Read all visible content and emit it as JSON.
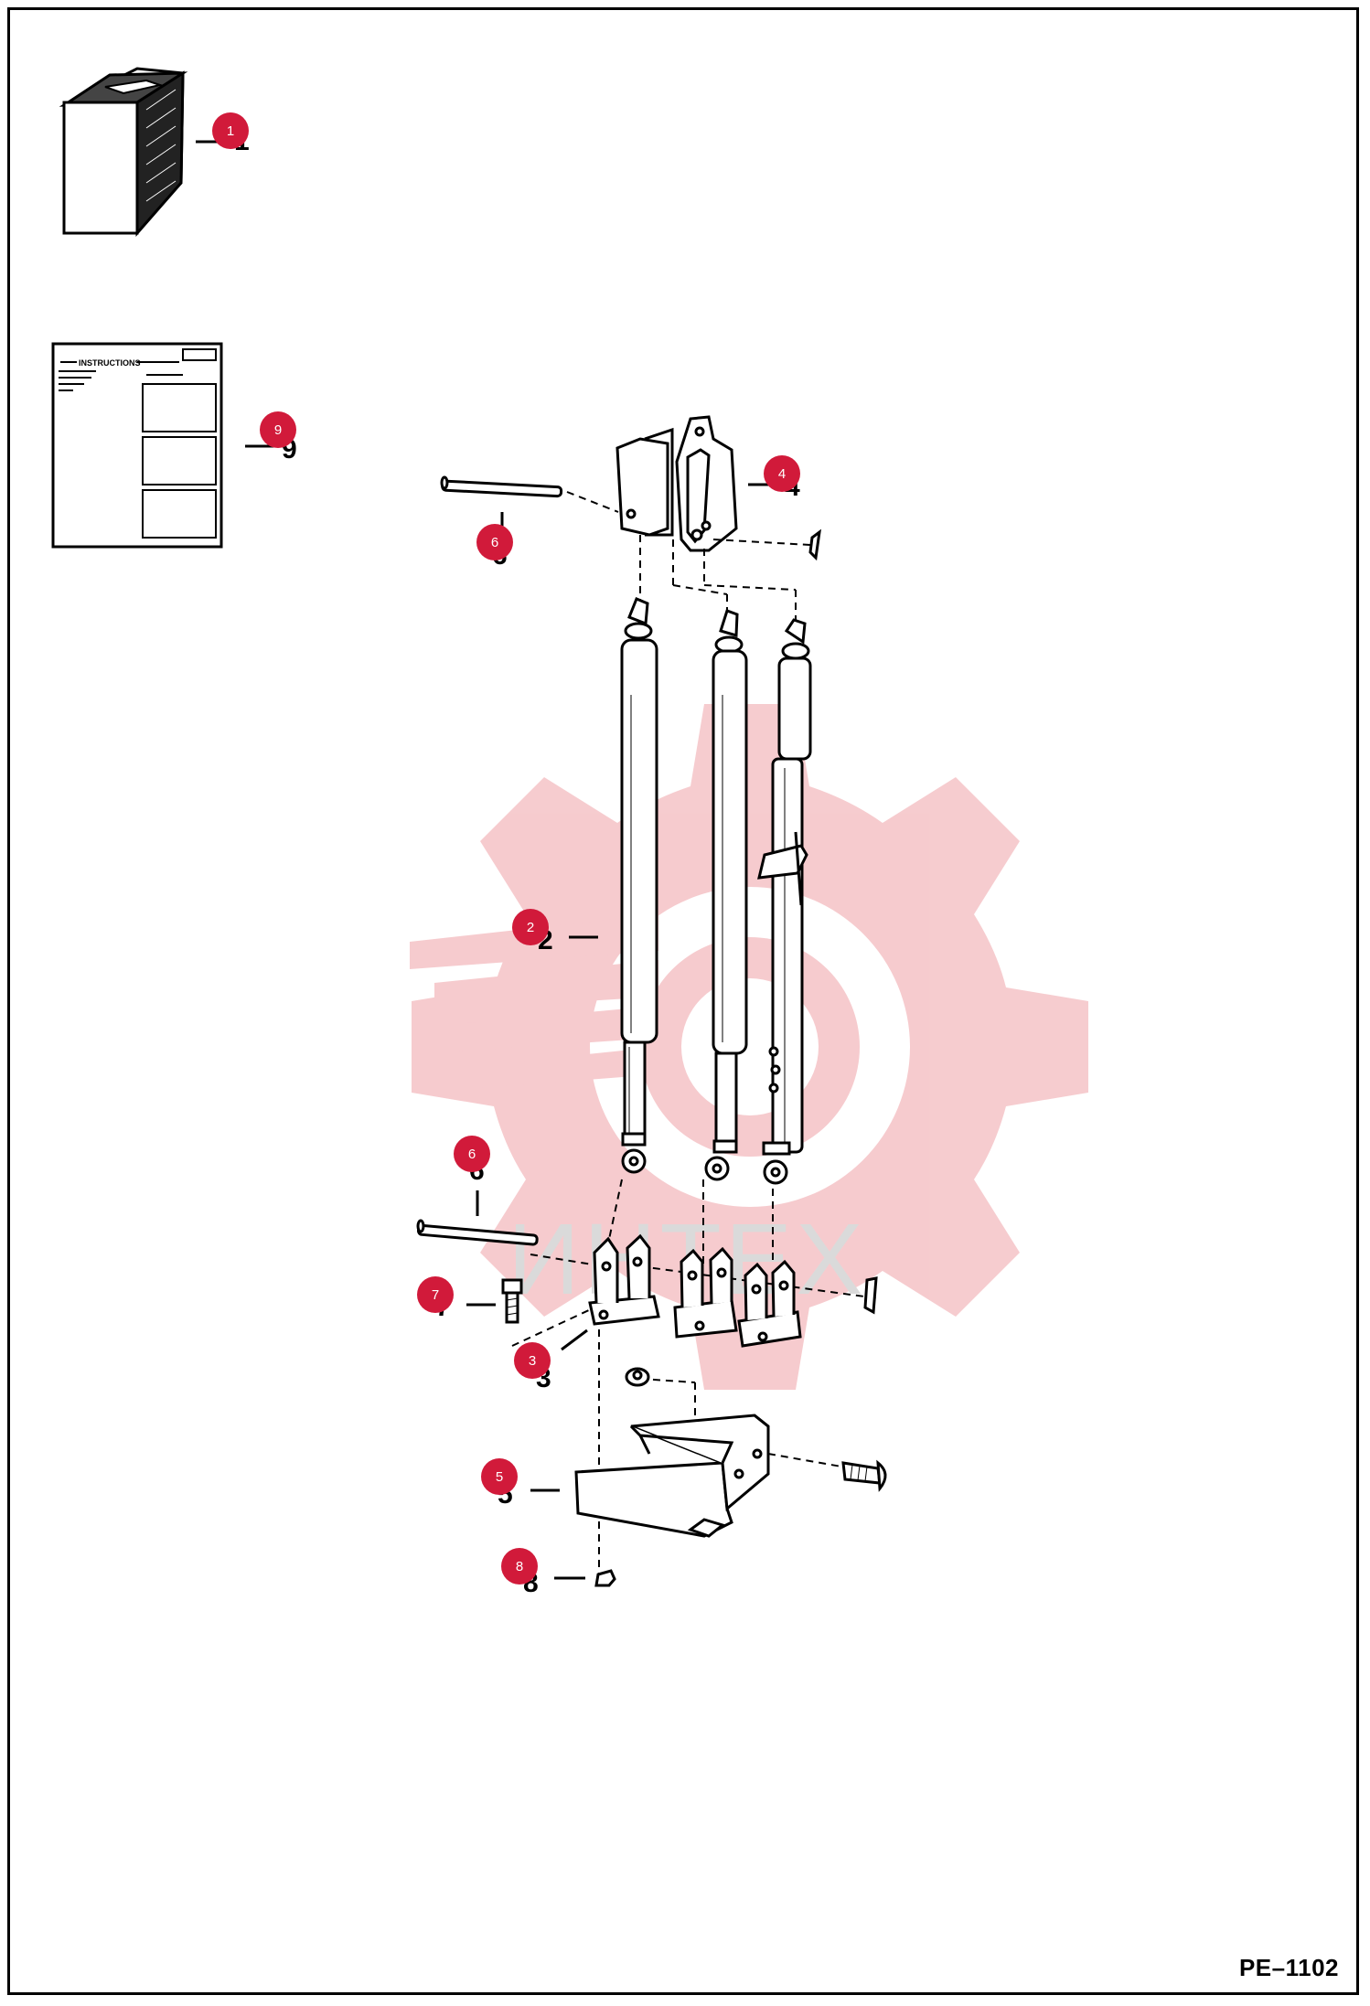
{
  "document_code": "PE–1102",
  "watermark_text": "ИНТЕХ",
  "instruction_sheet": {
    "title": "INSTRUCTIONS"
  },
  "colors": {
    "callout": "#d11a3a",
    "watermark": "#f6c9cc",
    "line": "#000000"
  },
  "callouts": [
    {
      "number": "1",
      "part": "box"
    },
    {
      "number": "9",
      "part": "instruction sheet"
    },
    {
      "number": "4",
      "part": "upper mount bracket"
    },
    {
      "number": "6",
      "part": "pin (upper)"
    },
    {
      "number": "2",
      "part": "gas cylinders"
    },
    {
      "number": "6",
      "part": "pin (lower)"
    },
    {
      "number": "7",
      "part": "bolt"
    },
    {
      "number": "3",
      "part": "lower mount brackets"
    },
    {
      "number": "5",
      "part": "lower support"
    },
    {
      "number": "8",
      "part": "nut"
    }
  ],
  "reference_numbers": [
    "1",
    "9",
    "4",
    "6",
    "2",
    "6",
    "7",
    "3",
    "5",
    "8"
  ]
}
